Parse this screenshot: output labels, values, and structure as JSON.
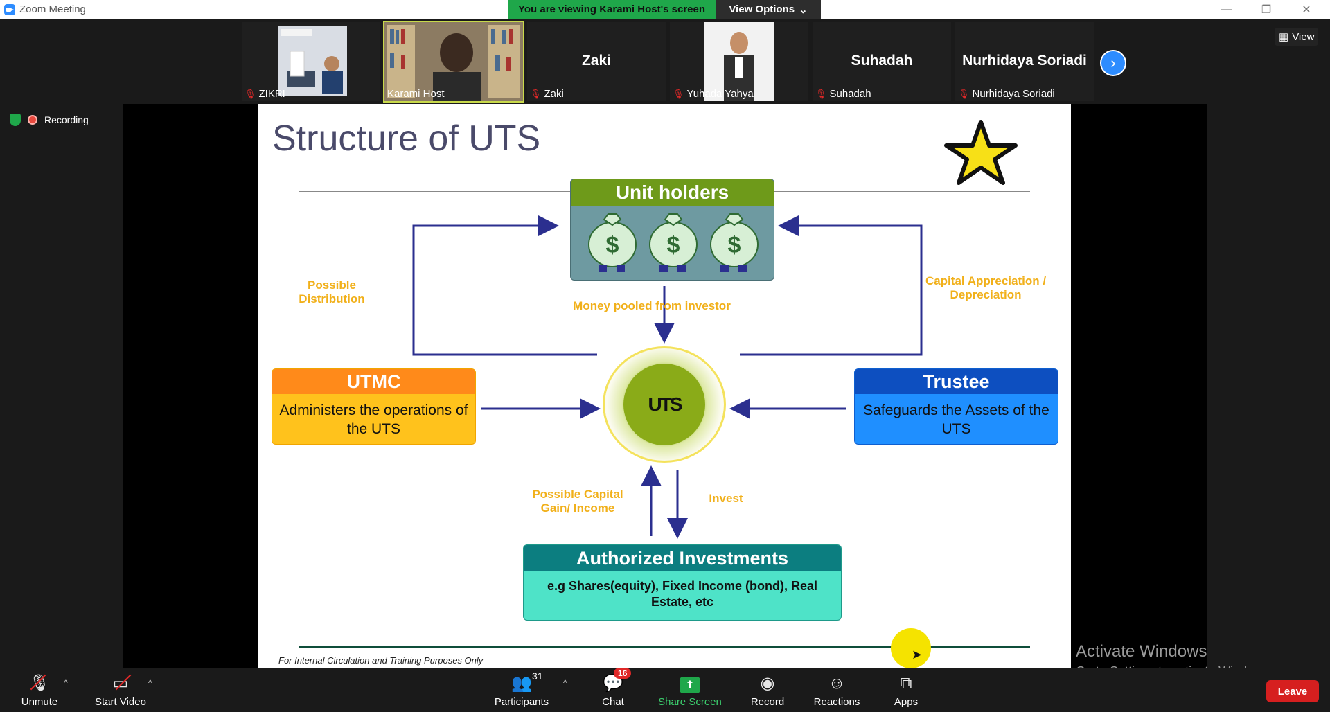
{
  "window": {
    "title": "Zoom Meeting",
    "banner": "You are viewing Karami Host's screen",
    "view_options": "View Options",
    "minimize_icon": "minimize-icon",
    "restore_icon": "restore-icon",
    "close_icon": "close-icon"
  },
  "participants_strip": [
    {
      "name": "ZIKRI",
      "muted": true
    },
    {
      "name": "Karami Host",
      "muted": false
    },
    {
      "name": "Zaki",
      "display": "Zaki",
      "muted": true
    },
    {
      "name": "Yuhada Yahya",
      "muted": true
    },
    {
      "name": "Suhadah",
      "display": "Suhadah",
      "muted": true
    },
    {
      "name": "Nurhidaya Soriadi",
      "display": "Nurhidaya Soriadi",
      "muted": true
    }
  ],
  "view_button": "View",
  "recording_label": "Recording",
  "slide": {
    "title": "Structure of UTS",
    "unit_holders": "Unit holders",
    "utmc_title": "UTMC",
    "utmc_body": "Administers the operations of the UTS",
    "trustee_title": "Trustee",
    "trustee_body": "Safeguards the Assets of the UTS",
    "center": "UTS",
    "auth_title": "Authorized Investments",
    "auth_body": "e.g Shares(equity), Fixed Income (bond), Real Estate, etc",
    "label_distribution": "Possible Distribution",
    "label_pooled": "Money pooled from investor",
    "label_capital_appreciation": "Capital Appreciation / Depreciation",
    "label_capital_gain": "Possible Capital Gain/ Income",
    "label_invest": "Invest",
    "footer": "For Internal Circulation and Training Purposes Only"
  },
  "watermark": {
    "line1": "Activate Windows",
    "line2": "Go to Settings to activate Windows."
  },
  "toolbar": {
    "unmute": "Unmute",
    "start_video": "Start Video",
    "participants": "Participants",
    "participants_count": "31",
    "chat": "Chat",
    "chat_badge": "16",
    "share_screen": "Share Screen",
    "record": "Record",
    "reactions": "Reactions",
    "apps": "Apps",
    "leave": "Leave"
  },
  "colors": {
    "zoom_blue": "#2d8cff",
    "banner_green": "#1fa74a",
    "leave_red": "#d61f1f",
    "label_orange": "#f1b01a",
    "arrow_navy": "#2b2f8f"
  }
}
